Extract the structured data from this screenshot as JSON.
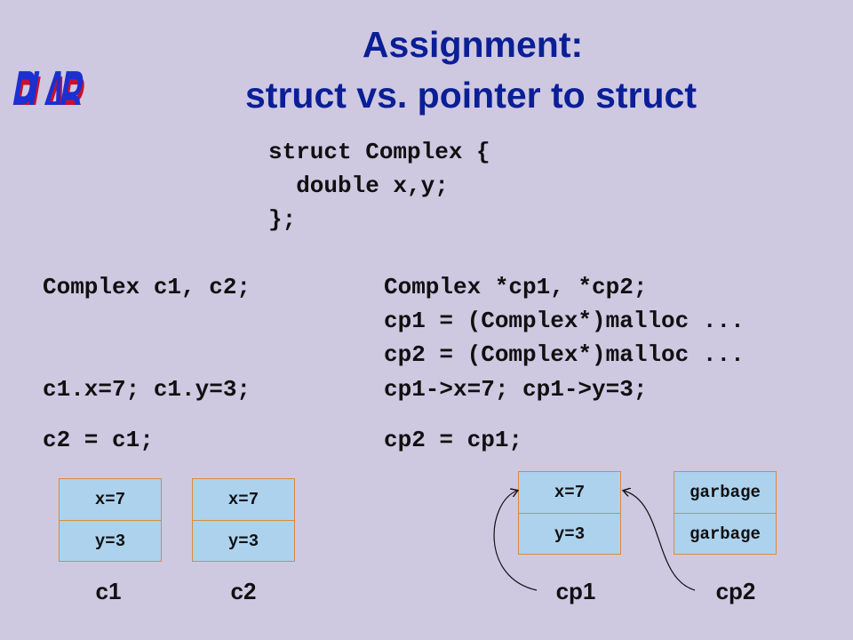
{
  "logo": {
    "text": "PLAB"
  },
  "title": {
    "line1": "Assignment:",
    "line2": "struct vs. pointer to struct"
  },
  "struct_def": [
    "struct Complex {",
    "  double x,y;",
    "};"
  ],
  "left_code": {
    "decl": "Complex c1, c2;",
    "assign_fields": "c1.x=7; c1.y=3;",
    "copy": "c2 = c1;"
  },
  "right_code": {
    "decl": "Complex *cp1, *cp2;",
    "malloc1": "cp1 = (Complex*)malloc ...",
    "malloc2": "cp2 = (Complex*)malloc ...",
    "assign_fields": "cp1->x=7; cp1->y=3;",
    "copy": "cp2 = cp1;"
  },
  "boxes": {
    "c1": {
      "top": "x=7",
      "bottom": "y=3",
      "label": "c1"
    },
    "c2": {
      "top": "x=7",
      "bottom": "y=3",
      "label": "c2"
    },
    "heap1": {
      "top": "x=7",
      "bottom": "y=3"
    },
    "heap2": {
      "top": "garbage",
      "bottom": "garbage"
    }
  },
  "pointer_labels": {
    "cp1": "cp1",
    "cp2": "cp2"
  },
  "colors": {
    "background": "#cfc8e1",
    "title": "#0a1f96",
    "box_fill": "#acd2ee",
    "box_border": "#d88c3c",
    "logo_fill": "#1c2fd0",
    "logo_shadow": "#c8102e"
  }
}
